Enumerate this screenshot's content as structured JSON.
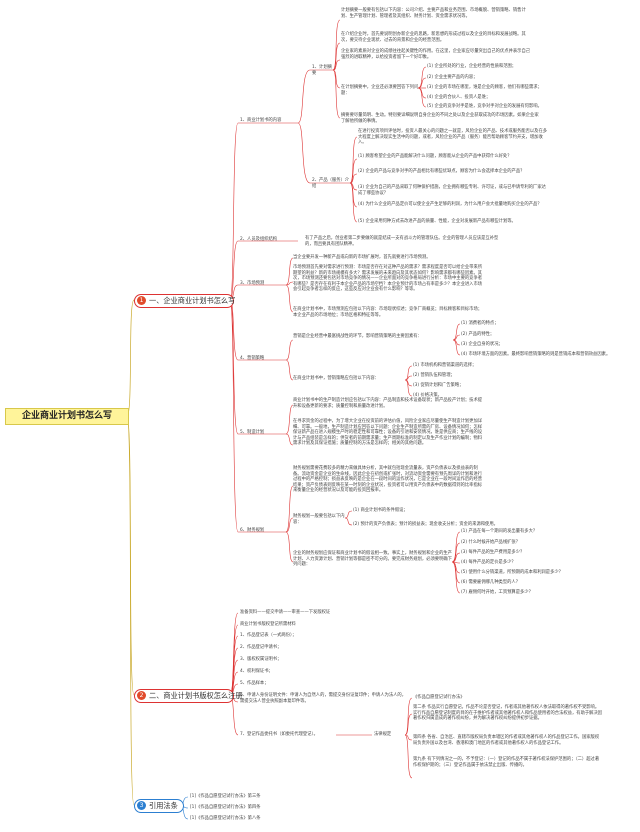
{
  "root": "企业商业计划书怎么写",
  "branches": [
    {
      "num": "1",
      "label": "一、企业商业计划书怎么写"
    },
    {
      "num": "2",
      "label": "二、商业计划书版权怎么注册"
    },
    {
      "num": "3",
      "label": "引用法条"
    }
  ],
  "b1": {
    "h1": "1、商业计划书的内容",
    "h1a": "1、计划摘要",
    "h1a_p1": "计划摘要一般要有包括以下内容：公司介绍、主要产品和业务范围、市场概貌、营销策略、销售计划、生产管理计划、管理者及其组织、财务计划、资金需求状况等。",
    "h1a_p2": "在介绍企业时，首先要说明创办新企业的思路，新思想的形成过程以及企业的目标和发展战略。其次，要交待企业现状、过去的背景和企业的经营范围。",
    "h1a_p3": "企业家的素质对企业的成绩往往起关键性的作用。在这里，企业家应尽量突出自己的优点并表示自己强烈的进取精神，以给投资者留下一个好印象。",
    "h1a_q_intro": "在计划摘要中，企业还必须要回答下列问题：",
    "h1a_q": [
      "(1) 企业所处的行业，企业经营的性质和范围；",
      "(2) 企业主要产品的内容；",
      "(3) 企业的市场在哪里，谁是企业的顾客，他们有哪些需求；",
      "(4) 企业的合伙人、投资人是谁；",
      "(5) 企业的竞争对手是谁，竞争对手对企业的发展有何影响。"
    ],
    "h1a_p4": "摘要要尽量简明、生动。特别要详细说明自身企业的不同之处以及企业获取成功的市场因素。如果企业家了解他所做的事情。",
    "h1b": "2、产品（服务）介绍",
    "h1b_p1": "在进行投资项目评估时，投资人最关心的问题之一就是，风险企业的产品、技术或服务能否以及在多大程度上解决现实生活中的问题，或者，风险企业的产品（服务）能否帮助顾客节约开支，增加收入。",
    "h1b_q": [
      "(1) 顾客希望企业的产品能解决什么问题，顾客能从企业的产品中获得什么好处？",
      "(2) 企业的产品与竞争对手的产品相比有哪些优缺点，顾客为什么会选择本企业的产品？",
      "(3) 企业为自己的产品采取了何种保护措施，企业拥有哪些专利、许可证，或与已申请专利的厂家达成了哪些协议？",
      "(4) 为什么企业的产品定价可以使企业产生足够的利润，为什么用户会大批量地购买企业的产品？",
      "(5) 企业采用何种方式去改进产品的质量、性能，企业对发展新产品有哪些计划等。"
    ],
    "h2": "2、人员及组织结构",
    "h2_p": "有了产品之后，创业者第二步要做的就是结成一支有战斗力的管理队伍。企业的管理人员应该是互补型的，而且要具有团队精神。",
    "h3": "3、市场预测",
    "h3_p1": "当企业要开发一种新产品或向新的市场扩展时，首先就要进行市场预测。",
    "h3_p2": "市场预测首先要对需求进行预测：市场是否存在对这种产品的需求？需求程度是否可以给企业带来所期望的利益？新的市场规模有多大？需求发展的未来趋向及其状态如何？影响需求都有哪些因素。其次，市场预测还要包括对市场竞争的情况——企业所面对的竞争格局进行分析：市场中主要的竞争者有哪些？是否存在有利于本企业产品的市场空档？本企业预计的市场占有率是多少？本企业进入市场会引起竞争者怎样的反应，这些反应对企业会有什么影响？等等。",
    "h3_p3": "在商业计划书中，市场预测应包括以下内容：市场现状综述；竞争厂商概览；目标顾客和目标市场；本企业产品的市场地位；市场区格和特征等等。",
    "h4": "4、营销策略",
    "h4_intro": "营销是企业经营中最富挑战性的环节，影响营销策略的主要因素有：",
    "h4_list": [
      "(1) 消费者的特点；",
      "(2) 产品的特性；",
      "(3) 企业自身的状况；",
      "(4) 市场环境方面的因素。最终影响营销策略的则是营销成本和营销效益因素。"
    ],
    "h4_intro2": "在商业计划书中，营销策略应包括以下内容：",
    "h4_list2": [
      "(1) 市场机构和营销渠道的选择；",
      "(2) 营销队伍和管理；",
      "(3) 促销计划和广告策略；",
      "(4) 价格决策。"
    ],
    "h5": "5、制造计划",
    "h5_p1": "商业计划书中的生产制造计划应包括以下内容：产品制造和技术设备现状；新产品投产计划；技术提升和设备更新的要求；质量控制和质量改进计划。",
    "h5_p2": "在寻求资金的过程中，为了增大企业在投资前的评估价值，风险企业家应尽量使生产制造计划更加详细、可靠。一般地，生产制造计划应回答以下问题：企业生产制造所需的厂房、设备情况如何；怎样保证新产品在进入规模生产时的稳定性和可靠性；设备的引进和安装情况，谁是供应商；生产线的设计与产品组装是怎样的；供货者的前期需求量；生产周期标准的制定以及生产作业计划的编制；物料需求计划及其保证措施；质量控制的方法是怎样的；相关的其他问题。",
    "h6": "6、财务规划",
    "h6_p1": "财务规划需要花费较多的精力来做具体分析，其中就包括现金流量表，资产负债表以及损益表的制备。流动资金是企业的生命线，因此企业在初创或扩张时，对流动资金需要有预先周详的计划和进行过程中的严格控制；损益表反映的是企业在一段时间的运作状况，它是企业在一段时间运作后的经营结果；资产负债表则反映在某一时刻的企业状况，投资者可以用资产负债表中的数据得到的比率指标来衡量企业的经营状况以及可能的投资回报率。",
    "h6_intro": "财务规划一般要包括以下内容：",
    "h6_list": [
      "(1) 商业计划书的条件假设；",
      "(2) 预计的资产负债表；预计的损益表；现金收支分析；资金的来源和使用。"
    ],
    "h6_p2": "企业的财务规划应保证和商业计划书的假设相一致。事实上，财务规划和企业的生产计划、人力资源计划、营销计划等都是密不可分的。要完成财务规划，必须要明确下列问题：",
    "h6_list2": [
      "(1) 产品在每一个期间的发出量有多大？",
      "(2) 什么时候开始产品线扩张？",
      "(3) 每件产品的生产费用是多少？",
      "(4) 每件产品的定价是多少？",
      "(5) 使用什么分销渠道，所预期的成本和利润是多少？",
      "(6) 需要雇佣哪几种类型的人？",
      "(7) 雇佣何时开始，工资预算是多少？"
    ]
  },
  "b2": {
    "items": [
      "准备资料——提交申请——审查——下发版权证",
      "商业计划书版权登记所需材料",
      "1、作品登记表（一式两份）；",
      "2、作品登记申请书；",
      "3、版权权属证明书；",
      "4、权利保证书；",
      "5、作品样本；",
      "6、申请人身份证明文件：申请人为自然人的，需提交身份证复印件；申请人为法人的，需提交法人营业执照副本复印件等。",
      "7、登记作品委托书（如委托代理登记）。"
    ],
    "law_label": "法律规定",
    "law_title": "《作品自愿登记试行办法》",
    "law_p1": "第二条  作品实行自愿登记。作品不论是否登记，作者或其他著作权人依法取得的著作权不受影响。实行作品自愿登记制度的目的在于维护作者或其他著作权人和作品使用者的合法权益，有助于解决因著作权归属造成的著作权纠纷，并为解决著作权纠纷提供初步证据。",
    "law_p2": "第四条  各省、自治区、直辖市版权局负责本辖区的作者或其他著作权人的作品登记工作。国家版权局负责外国以及台湾、香港和澳门地区的作者或其他著作权人的作品登记工作。",
    "law_p3": "第九条  有下列情况之一的，不予登记：（一）登记的作品不属于著作权法保护范围的；（二）超过著作权保护期的；（三）登记作品属于依法禁止出版、传播的。"
  },
  "b3": {
    "items": [
      "[1]《作品自愿登记试行办法》第三条",
      "[1]《作品自愿登记试行办法》第四条",
      "[1]《作品自愿登记试行办法》第八条"
    ]
  }
}
